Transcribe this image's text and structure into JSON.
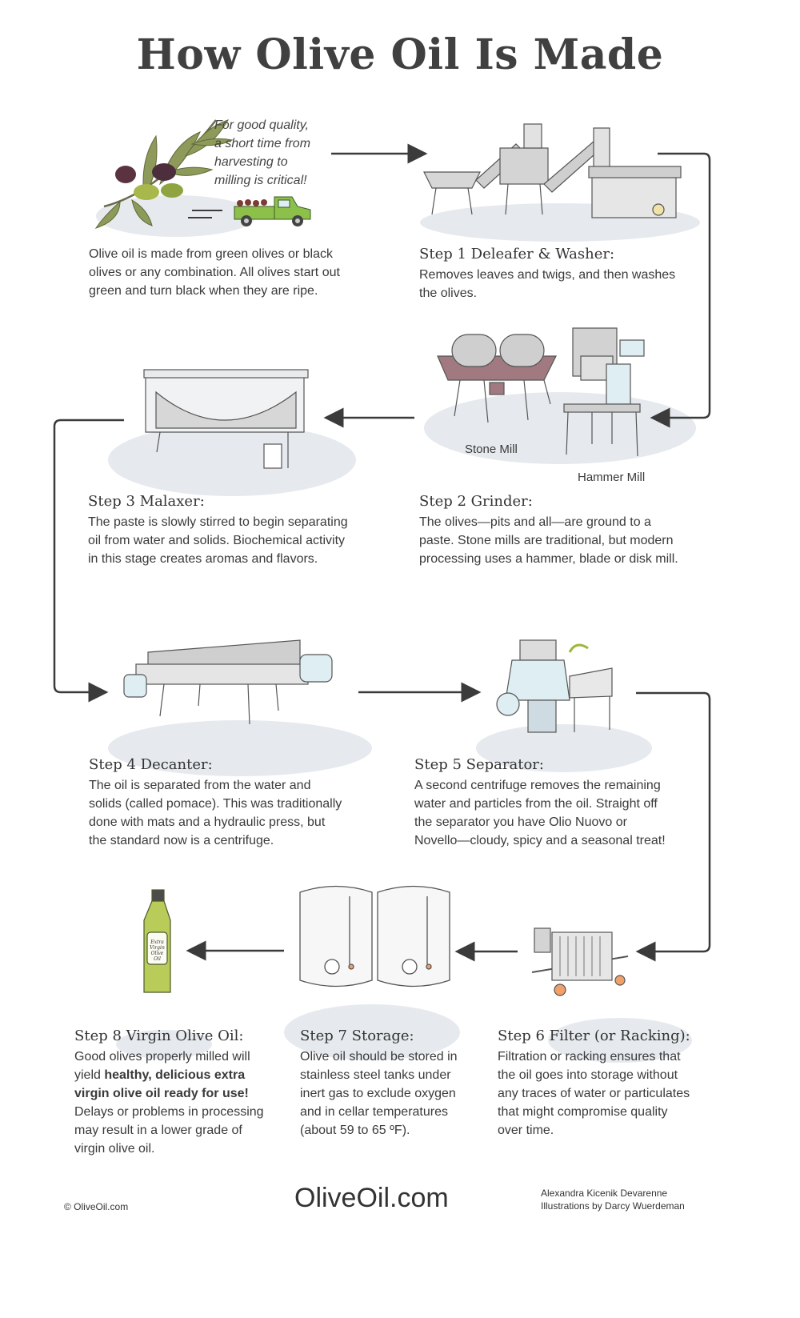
{
  "title": "How Olive Oil Is Made",
  "intro": {
    "note": [
      "For good quality,",
      "a short time from",
      "harvesting to",
      "milling is critical!"
    ],
    "text": "Olive oil is made from green olives or black olives or any combination. All olives start out green and turn black when they are ripe."
  },
  "steps": [
    {
      "title": "Step 1 Deleafer & Washer:",
      "body": "Removes leaves and twigs, and then washes the olives."
    },
    {
      "title": "Step 2 Grinder:",
      "body": "The olives—pits and all—are ground to a paste. Stone mills are traditional, but modern processing uses a hammer, blade or disk mill."
    },
    {
      "title": "Step 3 Malaxer:",
      "body": "The paste is slowly stirred to begin separating oil from water and solids. Biochemical activity in this stage creates aromas and flavors."
    },
    {
      "title": "Step 4 Decanter:",
      "body": "The oil is separated from the water and solids (called pomace). This was traditionally done with mats and a hydraulic press, but the standard now is a centrifuge."
    },
    {
      "title": "Step 5 Separator:",
      "body": "A second centrifuge removes the remaining water and particles from the oil. Straight off the separator you have Olio Nuovo or Novello—cloudy, spicy and a seasonal treat!"
    },
    {
      "title": "Step 6 Filter (or Racking):",
      "body": "Filtration or racking ensures that the oil goes into storage without any traces of water or particulates that might compromise quality over time."
    },
    {
      "title": "Step 7 Storage:",
      "body": "Olive oil should be stored in stainless steel tanks under inert gas to exclude oxygen and in cellar temperatures (about 59 to 65 ºF)."
    },
    {
      "title": "Step 8 Virgin Olive Oil:",
      "body_pre": "Good olives properly milled will yield ",
      "body_bold": "healthy, delicious extra virgin olive oil ready for use!",
      "body_post": " Delays or problems in processing may result in a lower grade of virgin olive oil."
    }
  ],
  "mill_labels": {
    "stone": "Stone Mill",
    "hammer": "Hammer Mill"
  },
  "bottle_label": [
    "Extra",
    "Virgin",
    "Olive Oil"
  ],
  "footer": {
    "copyright": "© OliveOil.com",
    "brand": "OliveOil.com",
    "credits": [
      "Alexandra Kicenik Devarenne",
      "Illustrations by Darcy Wuerdeman"
    ]
  },
  "colors": {
    "arrow": "#3b3b3b",
    "metal": "#d7d7d7",
    "shadow": "#e6eaee",
    "olive_green": "#9ab83b",
    "truck_green": "#8cc04a",
    "stone_mill": "#a07a80"
  }
}
